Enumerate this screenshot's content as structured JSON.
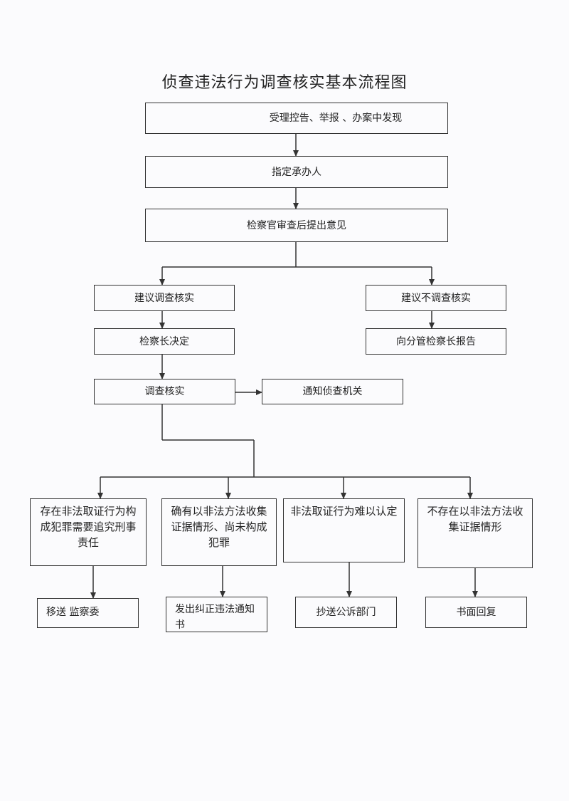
{
  "title": "侦查违法行为调查核实基本流程图",
  "nodes": {
    "receive": "受理控告、举报 、办案中发现",
    "assign": "指定承办人",
    "prosecutor_review": "检察官审查后提出意见",
    "suggest_investigate": "建议调查核实",
    "suggest_not_investigate": "建议不调查核实",
    "chief_decides": "检察长决定",
    "report_deputy": "向分管检察长报告",
    "investigate": "调查核实",
    "notify_police": "通知侦查机关",
    "case1": "存在非法取证行为构成犯罪需要追究刑事责任",
    "case2": "确有以非法方法收集证据情形、尚未构成犯罪",
    "case3": "非法取证行为难以认定",
    "case4": "不存在以非法方法收集证据情形",
    "outcome1": "移送 监察委",
    "outcome2": "发出纠正违法通知书",
    "outcome3": "抄送公诉部门",
    "outcome4": "书面回复"
  }
}
